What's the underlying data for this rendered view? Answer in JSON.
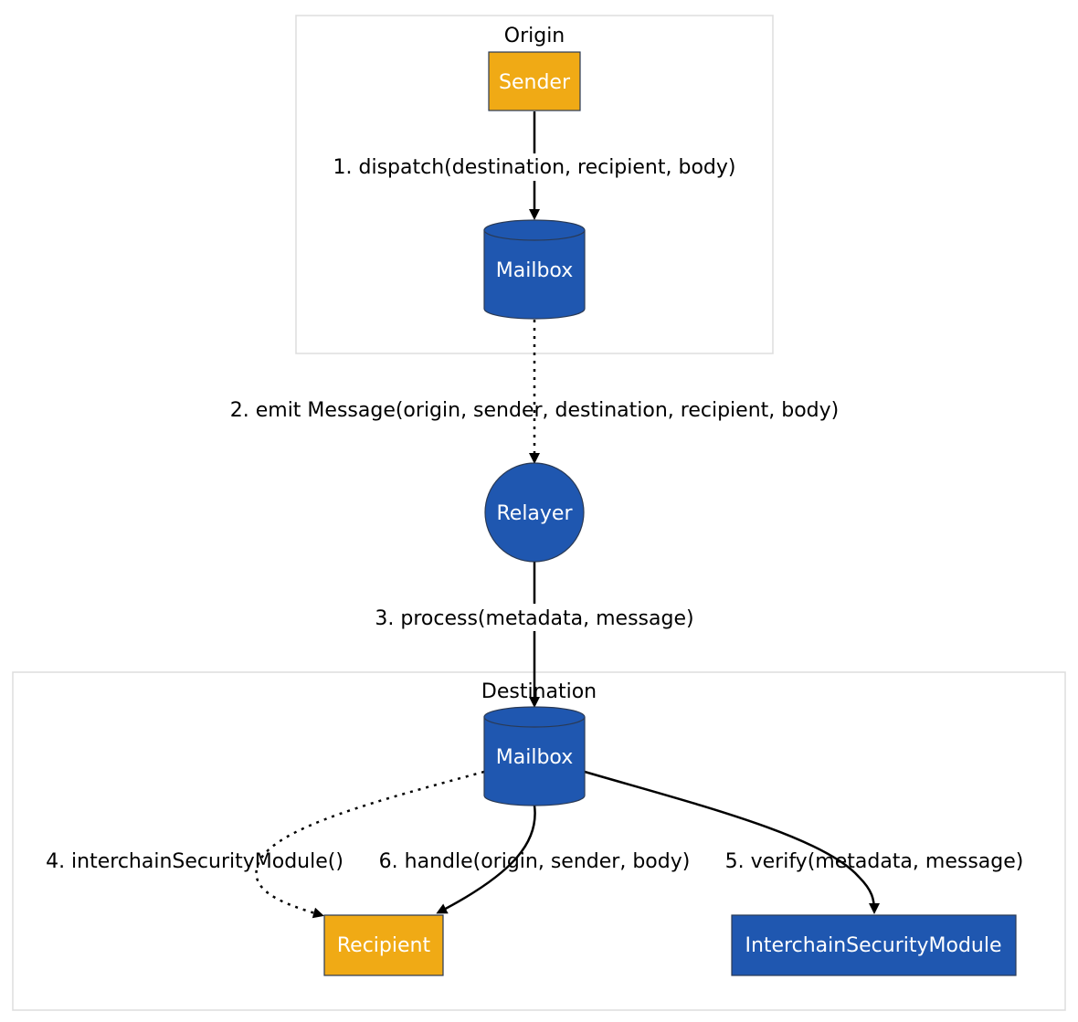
{
  "clusters": {
    "origin": "Origin",
    "destination": "Destination"
  },
  "nodes": {
    "sender": "Sender",
    "mailbox_origin": "Mailbox",
    "relayer": "Relayer",
    "mailbox_destination": "Mailbox",
    "recipient": "Recipient",
    "ism": "InterchainSecurityModule"
  },
  "edges": {
    "dispatch": "1. dispatch(destination, recipient, body)",
    "emit": "2. emit Message(origin, sender, destination, recipient, body)",
    "process": "3. process(metadata, message)",
    "ism_query": "4. interchainSecurityModule()",
    "verify": "5. verify(metadata, message)",
    "handle": "6. handle(origin, sender, body)"
  },
  "colors": {
    "orange": "#f0aa15",
    "blue": "#1f57b0"
  }
}
